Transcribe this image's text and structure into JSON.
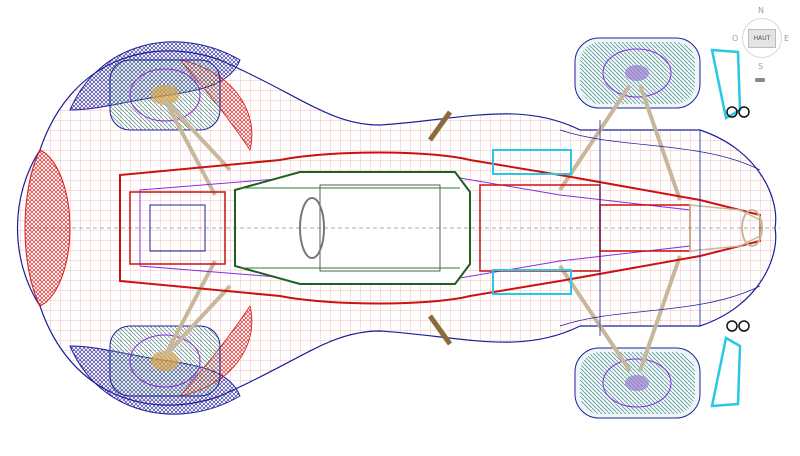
{
  "viewer": {
    "viewcube": {
      "face": "HAUT",
      "north": "N",
      "south": "S",
      "east": "E",
      "west": "O"
    }
  },
  "colors": {
    "background": "#ffffff",
    "body_mesh_blue": "#1f1f9c",
    "body_mesh_red": "#d81818",
    "frame_red": "#cc1111",
    "suspension_tan": "#c8b79a",
    "accent_cyan": "#28c8e6",
    "accent_green": "#2e7d32",
    "accent_purple": "#8a2be2",
    "tire_teal": "#4c8c8c"
  }
}
